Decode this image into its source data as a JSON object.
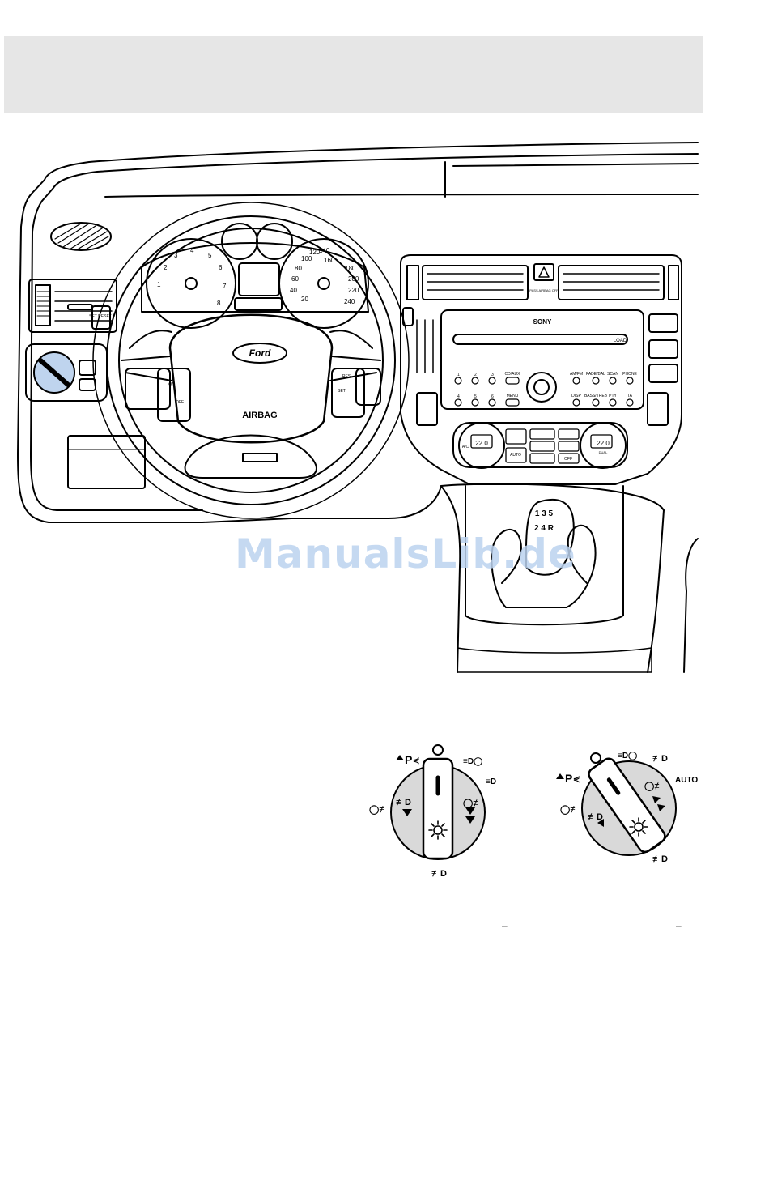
{
  "watermark": "ManualsLib.de",
  "dashboard": {
    "airbag_label": "AIRBAG",
    "brand_badge": "Ford",
    "radio_brand": "SONY",
    "radio_load": "LOAD",
    "radio_buttons": [
      "CD/AUX",
      "AM/FM",
      "FADE/BAL",
      "SCAN",
      "PHONE",
      "MENU",
      "DISP",
      "BASS/TREB",
      "PTY",
      "TA"
    ],
    "radio_presets_top": [
      "1",
      "2",
      "3"
    ],
    "radio_presets_bottom": [
      "4",
      "5",
      "6"
    ],
    "climate_left_temp": "22.0",
    "climate_right_temp": "22.0",
    "climate_ac": "A/C",
    "climate_auto": "AUTO",
    "climate_dual": "DUAL",
    "climate_off": "OFF",
    "wheel_set_reset": "SET RESET",
    "wheel_on": "ON",
    "wheel_off": "OFF",
    "wheel_res": "RES",
    "wheel_set": "SET",
    "speedo_ticks": [
      "20",
      "40",
      "60",
      "80",
      "100",
      "120",
      "140",
      "160",
      "180",
      "200",
      "220",
      "240"
    ],
    "tacho_ticks": [
      "1",
      "2",
      "3",
      "4",
      "5",
      "6",
      "7",
      "8"
    ],
    "gear_pattern_top": "1 3 5",
    "gear_pattern_bottom": "2 4 R",
    "hazard_label": "PASS AIRBAG OFF"
  },
  "switch_left": {
    "auto_label": ""
  },
  "switch_right": {
    "auto_label": "AUTO"
  },
  "caption_marks": [
    "–",
    "–"
  ]
}
